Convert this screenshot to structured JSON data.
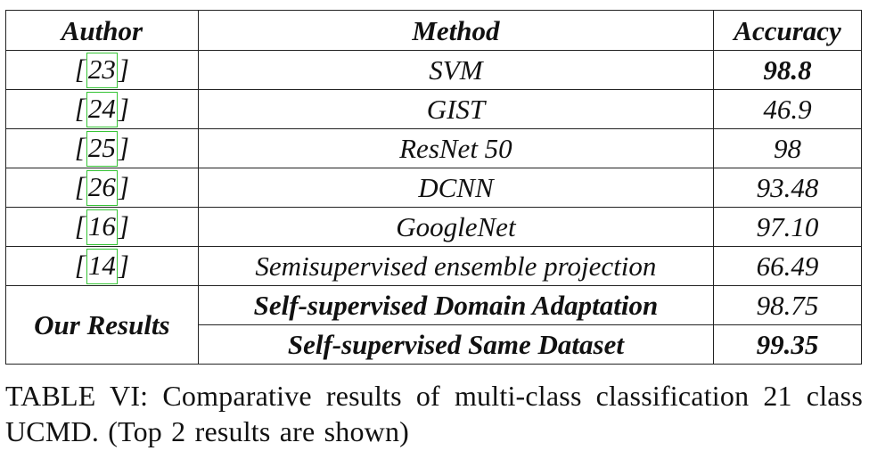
{
  "table": {
    "headers": {
      "author": "Author",
      "method": "Method",
      "accuracy": "Accuracy"
    },
    "rows": [
      {
        "author_ref": "23",
        "method": "SVM",
        "accuracy": "98.8",
        "accuracy_bold": true
      },
      {
        "author_ref": "24",
        "method": "GIST",
        "accuracy": "46.9",
        "accuracy_bold": false
      },
      {
        "author_ref": "25",
        "method": "ResNet 50",
        "accuracy": "98",
        "accuracy_bold": false
      },
      {
        "author_ref": "26",
        "method": "DCNN",
        "accuracy": "93.48",
        "accuracy_bold": false
      },
      {
        "author_ref": "16",
        "method": "GoogleNet",
        "accuracy": "97.10",
        "accuracy_bold": false
      },
      {
        "author_ref": "14",
        "method": "Semisupervised ensemble projection",
        "accuracy": "66.49",
        "accuracy_bold": false
      }
    ],
    "ours": {
      "author": "Our Results",
      "rows": [
        {
          "method": "Self-supervised Domain Adaptation",
          "accuracy": "98.75",
          "accuracy_bold": false
        },
        {
          "method": "Self-supervised Same Dataset",
          "accuracy": "99.35",
          "accuracy_bold": true
        }
      ]
    },
    "ref_open": "[",
    "ref_close": "]"
  },
  "caption": {
    "text": "TABLE VI: Comparative results of multi-class classification 21 class UCMD. (Top 2 results are shown)"
  },
  "colors": {
    "citation_box": "#35c435",
    "text": "#111111"
  }
}
